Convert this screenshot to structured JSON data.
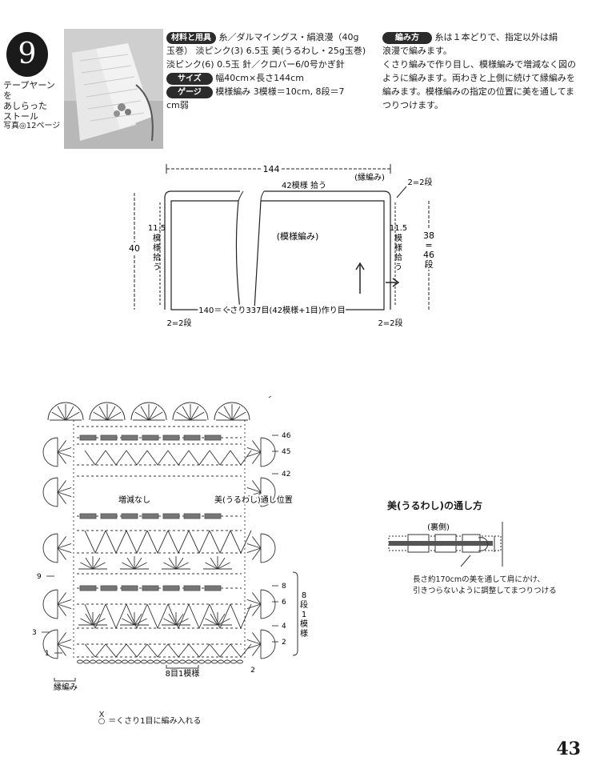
{
  "header": {
    "number": "9",
    "title_lines": [
      "テープヤーンを",
      "あしらった",
      "ストール"
    ],
    "photo_ref": "写真◎12ページ"
  },
  "materials": {
    "tag_materials": "材料と用具",
    "line1": "糸／ダルマイングス・絹浪漫（40g",
    "line2": "玉巻） 淡ピンク(3) 6.5玉  美(うるわし・25g玉巻)",
    "line3": "淡ピンク(6) 0.5玉  針／クロバー6/0号かぎ針",
    "tag_size": "サイズ",
    "size": "幅40cm×長さ144cm",
    "tag_gauge": "ゲージ",
    "gauge1": "模様編み 3模様＝10cm, 8段＝7",
    "gauge2": "cm弱"
  },
  "method": {
    "tag": "編み方",
    "line1": "糸は１本どりで、指定以外は絹",
    "line2": "浪漫で編みます。",
    "line3": "くさり編みで作り目し、模様編みで増減なく図の",
    "line4": "ように編みます。両わきと上側に続けて縁編みを",
    "line5": "編みます。模様編みの指定の位置に美を通してま",
    "line6": "つりつけます。"
  },
  "schematic": {
    "width_total": "144",
    "top_pickup": "42模様 拾う",
    "edging": "(縁編み)",
    "edge_rows_top": "2=2段",
    "height_total": "40",
    "left_pickup": [
      "11.5",
      "模",
      "様",
      "拾",
      "う"
    ],
    "right_pickup": [
      "11.5",
      "模",
      "様",
      "拾",
      "う"
    ],
    "center_label": "(模様編み)",
    "right_height": [
      "38",
      "=",
      "46",
      "段"
    ],
    "bottom_chain": "140＝くさり337目(42模様+1目)作り目",
    "edge_rows_bottom_left": "2=2段",
    "edge_rows_bottom_right": "2=2段"
  },
  "chart": {
    "rows_right": [
      "46",
      "45",
      "42",
      "8",
      "6",
      "4",
      "2"
    ],
    "rows_left": [
      "9",
      "3",
      "1"
    ],
    "no_change": "増減なし",
    "ribbon_position": "美(うるわし)通し位置",
    "repeat_vertical": [
      "8",
      "段",
      "1",
      "模",
      "様"
    ],
    "repeat_bottom": "8目1模様",
    "edging_label": "縁編み",
    "row_2_bottom": "2",
    "legend": "＝くさり1目に編み入れる"
  },
  "ribbon": {
    "title": "美(うるわし)の通し方",
    "back_side": "(裏側)",
    "note1": "長さ約170cmの美を通して肩にかけ、",
    "note2": "引きつらないように調整してまつりつける"
  },
  "page_number": "43"
}
